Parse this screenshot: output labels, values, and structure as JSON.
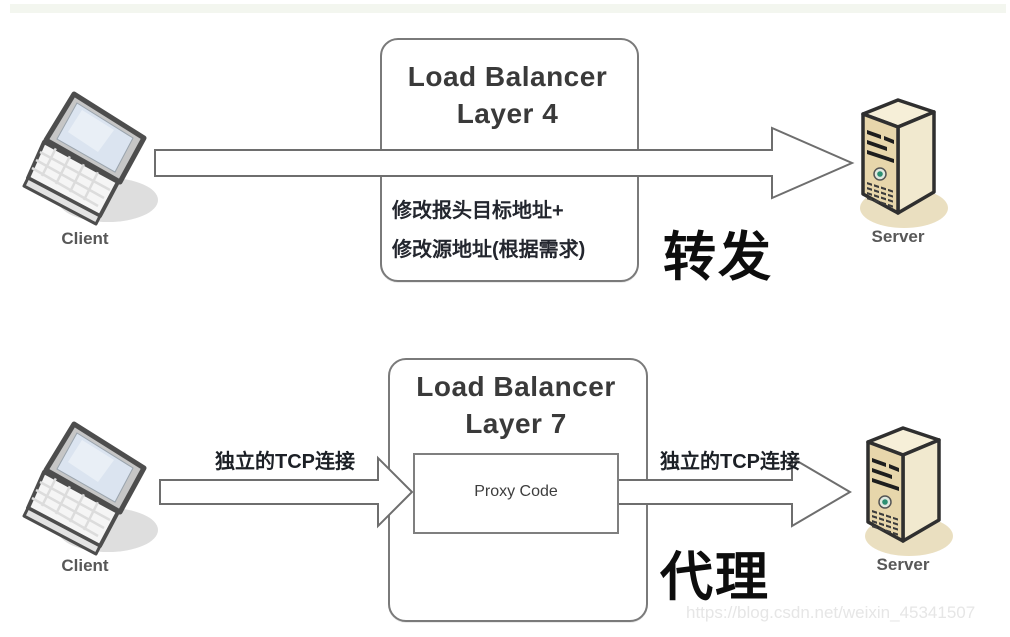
{
  "page": {
    "background_color": "#ffffff",
    "top_strip_color": "#f3f6ef",
    "accent_outline_color": "#7a7a7a"
  },
  "watermark": "https://blog.csdn.net/weixin_45341507",
  "diagram": {
    "forwarding": {
      "client_label": "Client",
      "server_label": "Server",
      "box_title_line1": "Load Balancer",
      "box_title_line2": "Layer 4",
      "note_line1": "修改报头目标地址+",
      "note_line2": "修改源地址(根据需求)",
      "mode_label": "转发"
    },
    "proxy": {
      "client_label": "Client",
      "server_label": "Server",
      "box_title_line1": "Load Balancer",
      "box_title_line2": "Layer 7",
      "inner_box_label": "Proxy Code",
      "left_arrow_label": "独立的TCP连接",
      "right_arrow_label": "独立的TCP连接",
      "mode_label": "代理"
    }
  }
}
